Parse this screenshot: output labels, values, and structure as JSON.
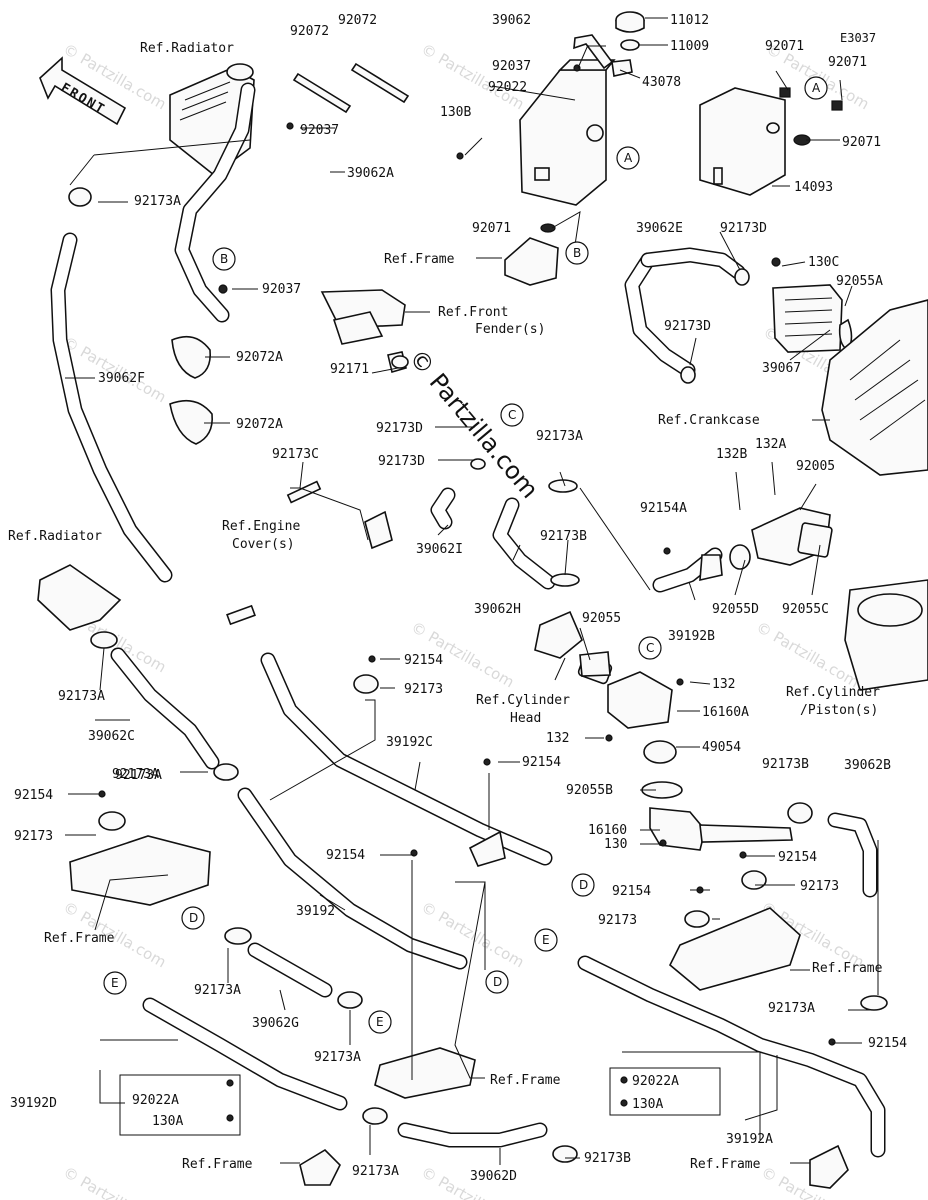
{
  "diagram_code": "E3037",
  "copyright": "© Partzilla.com",
  "front_arrow": "FRONT",
  "watermarks": [
    "© Partzilla.com",
    "© Partzilla.com",
    "© Partzilla.com",
    "© Partzilla.com",
    "© Partzilla.com",
    "© Partzilla.com",
    "© Partzilla.com",
    "© Partzilla.com",
    "© Partzilla.com",
    "© Partzilla.com",
    "© Partzilla.com",
    "© Partzilla.com",
    "© Partzilla.com",
    "© Partzilla.com"
  ],
  "callouts": [
    "A",
    "A",
    "B",
    "B",
    "C",
    "C",
    "D",
    "D",
    "D",
    "E",
    "E",
    "E"
  ],
  "labels": [
    "92072",
    "92072",
    "Ref.Radiator",
    "92037",
    "39062A",
    "92173A",
    "39062",
    "11012",
    "11009",
    "92037",
    "43078",
    "92022",
    "130B",
    "92071",
    "E3037",
    "92071",
    "92071",
    "14093",
    "92071",
    "Ref.Frame",
    "39062E",
    "92173D",
    "130C",
    "92055A",
    "92037",
    "Ref.Front",
    "Fender(s)",
    "92173D",
    "39067",
    "Ref.Crankcase",
    "92072A",
    "92171",
    "92072A",
    "39062F",
    "92173D",
    "92173D",
    "92173A",
    "132B",
    "132A",
    "92005",
    "92173C",
    "Ref.Engine",
    "Cover(s)",
    "39062I",
    "92173B",
    "92154A",
    "39062H",
    "92055D",
    "92055C",
    "39192B",
    "Ref.Radiator",
    "92173A",
    "92055",
    "92154",
    "92173",
    "Ref.Cylinder",
    "Head",
    "132",
    "Ref.Cylinder",
    "/Piston(s)",
    "16160A",
    "92173A",
    "39062C",
    "92173A",
    "39192C",
    "92154",
    "132",
    "49054",
    "92154",
    "92173",
    "92055B",
    "92173B",
    "39062B",
    "16160",
    "130",
    "Ref.Frame",
    "92154",
    "92154",
    "92173",
    "92154",
    "92173",
    "39192",
    "92173A",
    "Ref.Frame",
    "92173A",
    "39062G",
    "92154",
    "92173A",
    "92022A",
    "130A",
    "39192D",
    "92022A",
    "130A",
    "Ref.Frame",
    "39192A",
    "Ref.Frame",
    "92173A",
    "39062D",
    "92173B",
    "Ref.Frame"
  ]
}
